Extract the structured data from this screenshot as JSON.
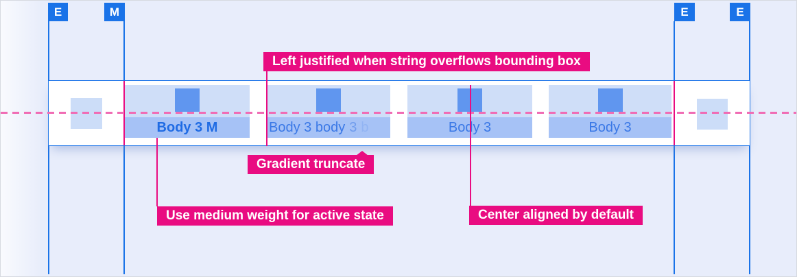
{
  "colors": {
    "background": "#e8edfb",
    "accent_blue": "#1a73e8",
    "annotation_magenta": "#e90c81",
    "dashed_pink": "#f06cb4",
    "tab_top_fill": "#cfdef8",
    "tab_label_fill": "#a6c2f6",
    "icon_fill": "#6096ef",
    "active_text": "#1f6be4",
    "inactive_text": "#3a78e6"
  },
  "markers": [
    {
      "label": "E"
    },
    {
      "label": "M"
    },
    {
      "label": "E"
    },
    {
      "label": "E"
    }
  ],
  "annotations": {
    "overflow_label": "Left justified when string overflows bounding box",
    "gradient_label": "Gradient truncate",
    "medium_label": "Use medium weight for active state",
    "center_label": "Center aligned by default"
  },
  "tabbar": {
    "tabs": [
      {
        "label": "Body 3 M",
        "state": "active"
      },
      {
        "label_visible": "Body 3 body",
        "fade": [
          "3",
          "b"
        ],
        "state": "truncated"
      },
      {
        "label": "Body 3",
        "state": "default"
      },
      {
        "label": "Body 3",
        "state": "default"
      }
    ]
  }
}
